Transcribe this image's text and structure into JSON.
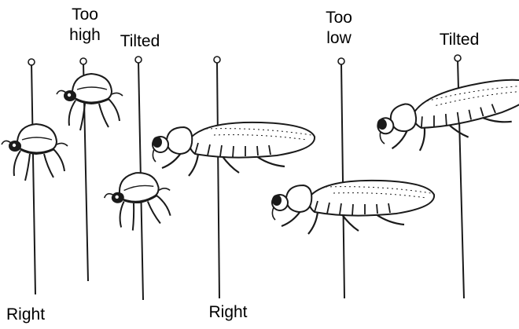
{
  "labels": {
    "too_high": [
      "Too",
      "high"
    ],
    "tilted_left": "Tilted",
    "too_low": [
      "Too",
      "low"
    ],
    "tilted_right": "Tilted",
    "right_left": "Right",
    "right_center": "Right"
  },
  "colors": {
    "ink": "#1a1a1a",
    "paper": "#ffffff"
  }
}
